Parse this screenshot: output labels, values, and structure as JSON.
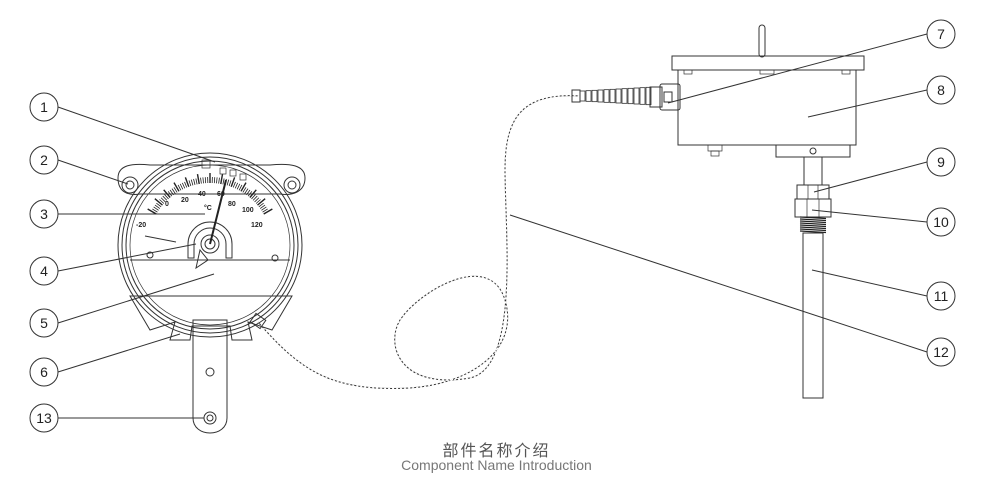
{
  "caption": {
    "title_cn": "部件名称介绍",
    "title_en": "Component Name Introduction"
  },
  "callouts": [
    "1",
    "2",
    "3",
    "4",
    "5",
    "6",
    "7",
    "8",
    "9",
    "10",
    "11",
    "12",
    "13"
  ],
  "gauge": {
    "scale_labels": [
      "-20",
      "0",
      "20",
      "40",
      "60",
      "80",
      "100",
      "120"
    ],
    "unit": "°C"
  }
}
